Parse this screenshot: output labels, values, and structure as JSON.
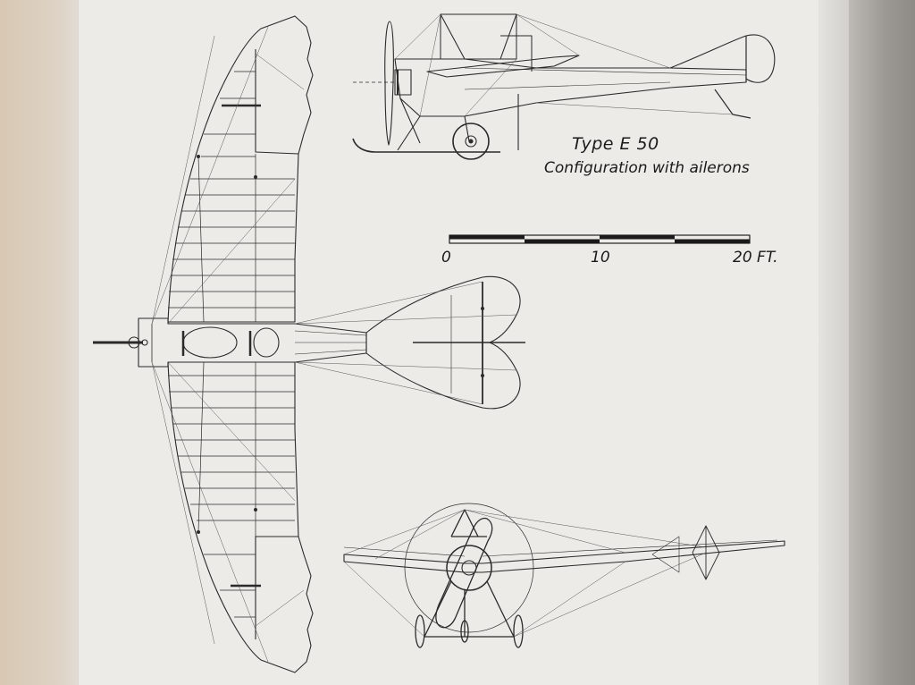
{
  "figure": {
    "title": "Type E 50",
    "subtitle": "Configuration with ailerons",
    "scale": {
      "labels": [
        "0",
        "10",
        "20 FT."
      ],
      "length_ft": 20,
      "segments": 4
    }
  },
  "colors": {
    "ink": "#2a2a2a",
    "paper": "#ecebe7",
    "background": "#d9d4cc"
  }
}
